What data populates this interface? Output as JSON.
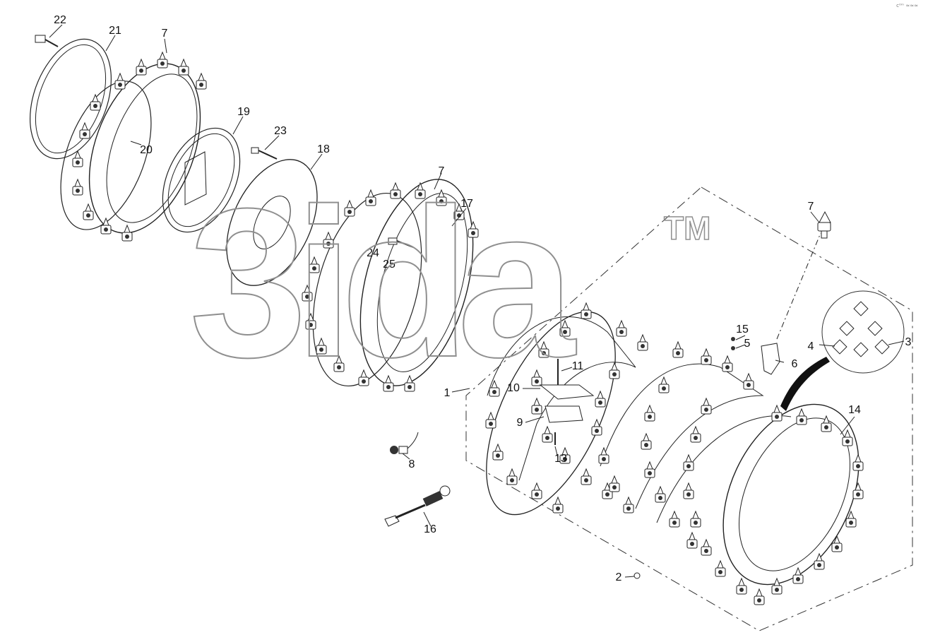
{
  "diagram": {
    "callouts": [
      "22",
      "21",
      "7",
      "20",
      "19",
      "23",
      "18",
      "7",
      "17",
      "24",
      "25",
      "7",
      "15",
      "5",
      "6",
      "4",
      "3",
      "11",
      "10",
      "1",
      "9",
      "13",
      "14",
      "8",
      "16",
      "2"
    ],
    "watermark": "3ida",
    "trademark": "TM",
    "corner_mark": "c⁰ᵐ ≈≈≈",
    "colors": {
      "line": "#222222",
      "watermark": "#8f8f8f",
      "detail_line": "#111111"
    }
  }
}
